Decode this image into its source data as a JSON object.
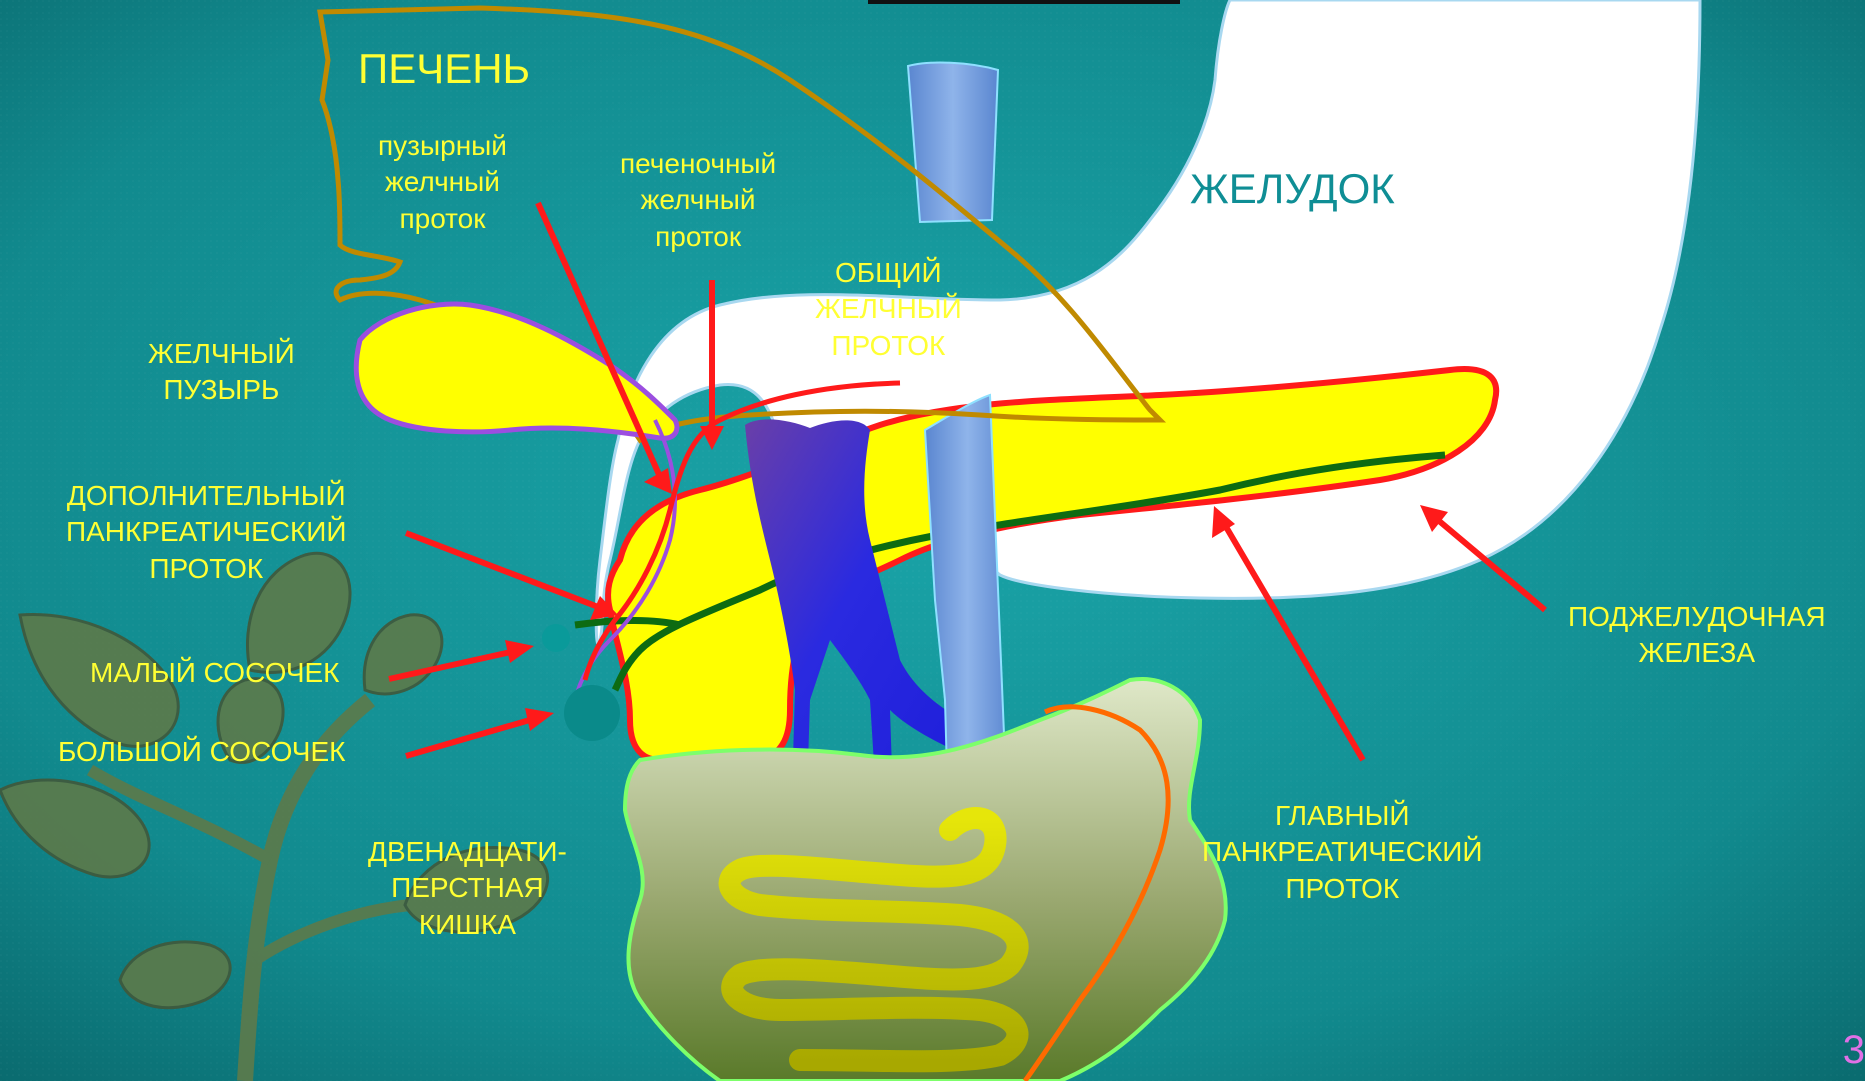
{
  "colors": {
    "background": "#138f93",
    "background_dark": "#0a6a6e",
    "label": "#ffff33",
    "stomach_label": "#0f8e95",
    "pancreas_fill": "#ffff00",
    "outline_red": "#ff1a1a",
    "liver_outline": "#c08a00",
    "duct_green": "#0d6b12",
    "gallbladder_outline": "#9b4ee0",
    "page_number": "#e070e6"
  },
  "labels": {
    "liver": "ПЕЧЕНЬ",
    "cystic_duct": [
      "пузырный",
      "желчный",
      "проток"
    ],
    "hepatic_duct": [
      "печеночный",
      "желчный",
      "проток"
    ],
    "stomach": "ЖЕЛУДОК",
    "common_bile_duct": [
      "ОБЩИЙ",
      "ЖЕЛЧНЫЙ",
      "ПРОТОК"
    ],
    "gallbladder": [
      "ЖЕЛЧНЫЙ",
      "ПУЗЫРЬ"
    ],
    "accessory_duct": [
      "ДОПОЛНИТЕЛЬНЫЙ",
      "ПАНКРЕАТИЧЕСКИЙ",
      "ПРОТОК"
    ],
    "minor_papilla": "МАЛЫЙ СОСОЧЕК",
    "major_papilla": "БОЛЬШОЙ СОСОЧЕК",
    "duodenum": [
      "ДВЕНАДЦАТИ-",
      "ПЕРСТНАЯ",
      "КИШКА"
    ],
    "main_duct": [
      "ГЛАВНЫЙ",
      "ПАНКРЕАТИЧЕСКИЙ",
      "ПРОТОК"
    ],
    "pancreas": [
      "ПОДЖЕЛУДОЧНАЯ",
      "ЖЕЛЕЗА"
    ]
  },
  "page_number": "3"
}
